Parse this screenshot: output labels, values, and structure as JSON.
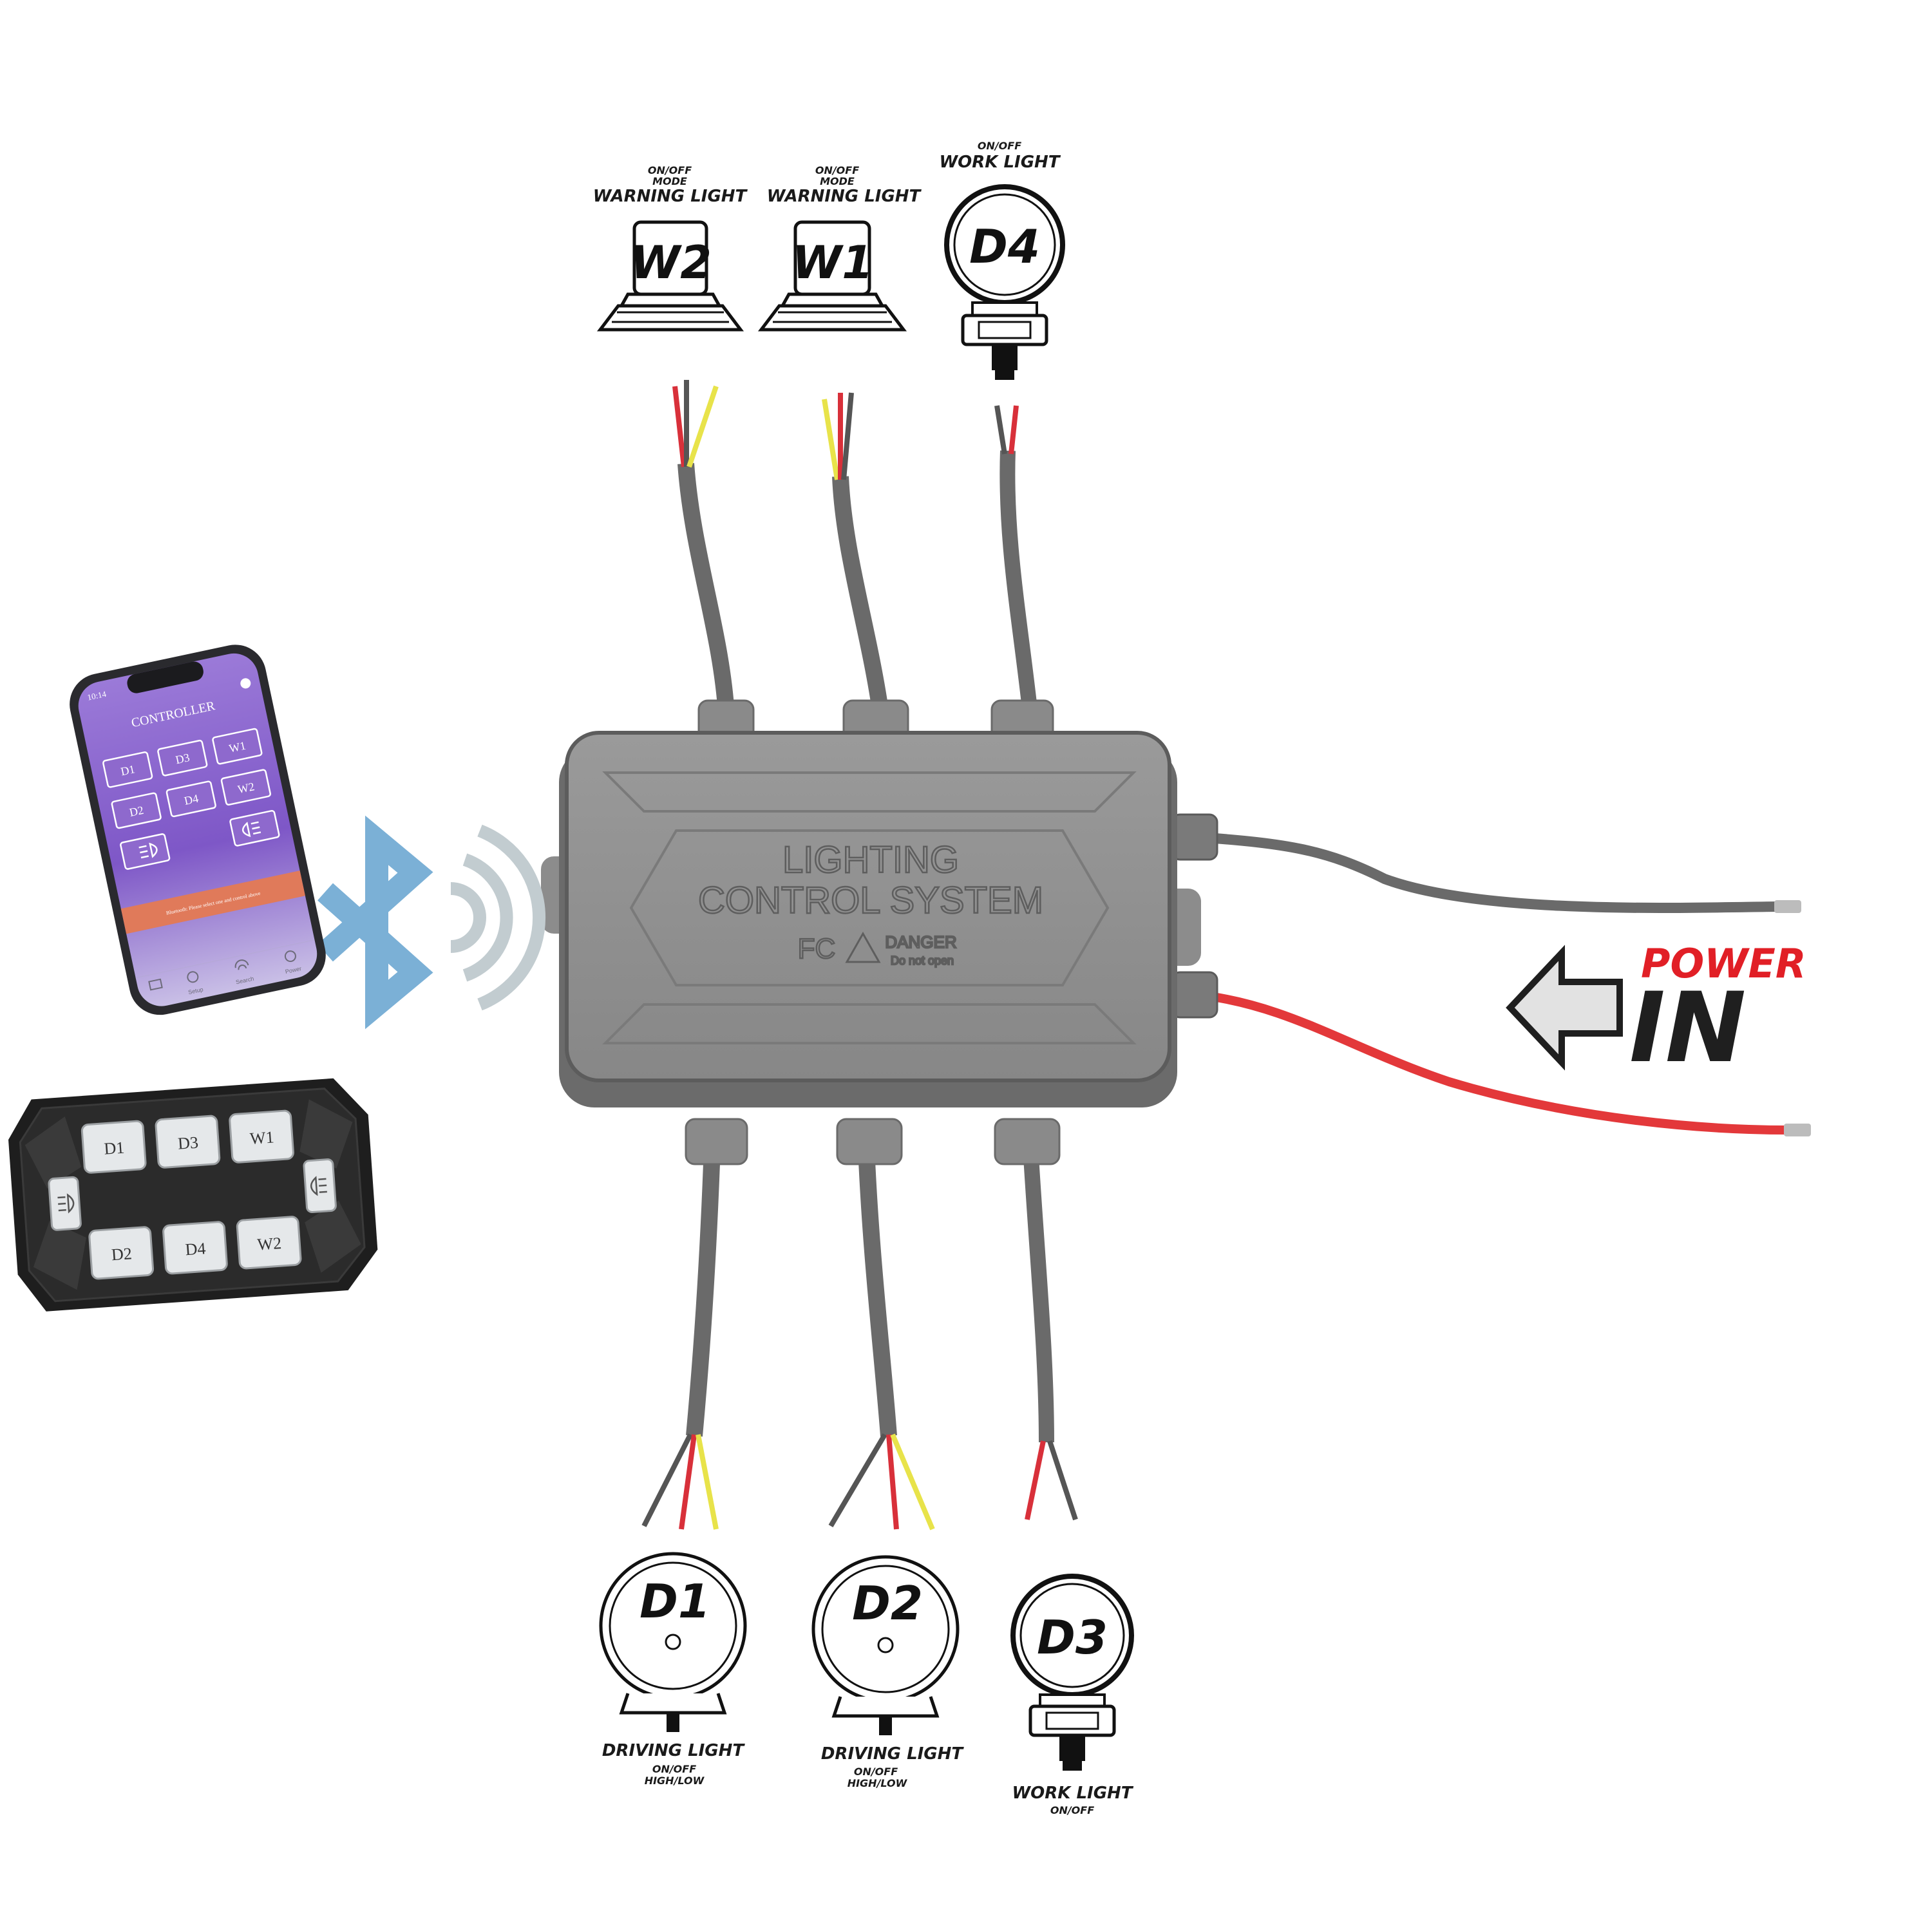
{
  "controller": {
    "line1": "LIGHTING",
    "line2": "CONTROL SYSTEM",
    "fc": "FC",
    "danger": "DANGER",
    "danger_sub": "Do not open"
  },
  "lights_top": [
    {
      "code": "W2",
      "line1": "ON/OFF",
      "line2": "MODE",
      "title": "WARNING LIGHT"
    },
    {
      "code": "W1",
      "line1": "ON/OFF",
      "line2": "MODE",
      "title": "WARNING LIGHT"
    },
    {
      "code": "D4",
      "line1": "ON/OFF",
      "title": "WORK LIGHT"
    }
  ],
  "lights_bottom": [
    {
      "code": "D1",
      "title": "DRIVING LIGHT",
      "line1": "ON/OFF",
      "line2": "HIGH/LOW"
    },
    {
      "code": "D2",
      "title": "DRIVING LIGHT",
      "line1": "ON/OFF",
      "line2": "HIGH/LOW"
    },
    {
      "code": "D3",
      "title": "WORK LIGHT",
      "line1": "ON/OFF"
    }
  ],
  "power": {
    "label_top": "POWER",
    "label_big": "IN"
  },
  "phone": {
    "time": "10:14",
    "title": "CONTROLLER",
    "buttons": [
      "D1",
      "D3",
      "W1",
      "D2",
      "D4",
      "W2"
    ],
    "banner": "Bluetooth: Please select one and control above",
    "nav": [
      "Setup",
      "Search",
      "Power"
    ]
  },
  "remote": {
    "buttons": [
      "D1",
      "D3",
      "W1",
      "D2",
      "D4",
      "W2"
    ]
  },
  "colors": {
    "blue": "#7bb0d6",
    "red": "#e3383a",
    "purple": "#8a66c9",
    "orange": "#e07a5a"
  }
}
